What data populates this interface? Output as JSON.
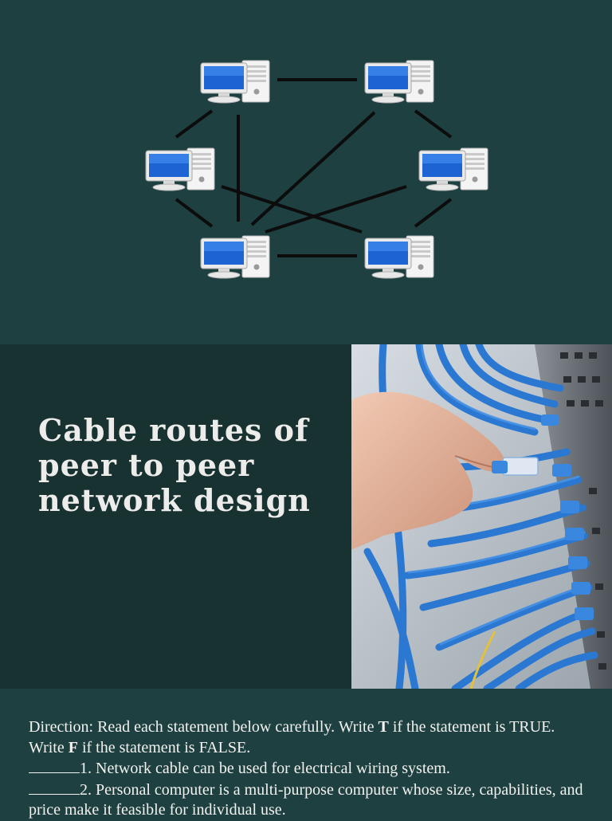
{
  "network_diagram": {
    "nodes": [
      "pc-top-left",
      "pc-top-right",
      "pc-mid-left",
      "pc-mid-right",
      "pc-bottom-left",
      "pc-bottom-right"
    ],
    "icon": "desktop-computer-icon"
  },
  "title": {
    "line1": "Cable routes of",
    "line2": "peer to peer",
    "line3": "network design"
  },
  "photo": {
    "icon": "network-cables-photo"
  },
  "instructions": {
    "direction_a": "Direction: Read each statement below carefully. Write ",
    "true_letter": "T",
    "direction_b": " if the statement is TRUE. Write ",
    "false_letter": "F",
    "direction_c": " if the statement is FALSE.",
    "items": [
      "1. Network cable can be used for electrical wiring system.",
      "2. Personal computer is a multi-purpose computer whose size, capabilities, and price make it feasible for individual use."
    ]
  },
  "colors": {
    "background": "#1e4040",
    "title_panel": "#183131",
    "text": "#ececea",
    "cable_blue": "#2f7fd6"
  }
}
